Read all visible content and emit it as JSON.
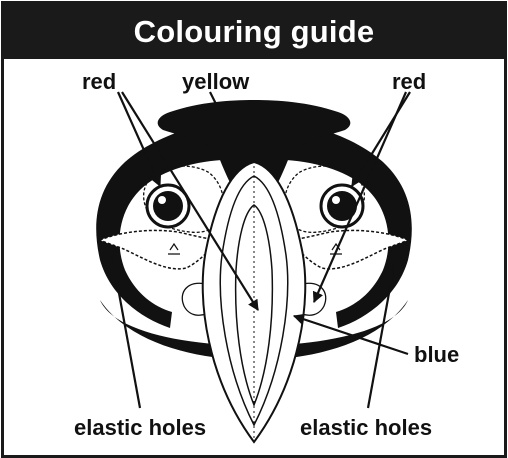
{
  "header": {
    "title": "Colouring guide"
  },
  "labels": {
    "red_left": "red",
    "yellow": "yellow",
    "red_right": "red",
    "blue": "blue",
    "elastic_left": "elastic holes",
    "elastic_right": "elastic holes"
  },
  "colors": {
    "ink": "#111111",
    "header_bg": "#1a1a1a",
    "background": "#ffffff"
  }
}
